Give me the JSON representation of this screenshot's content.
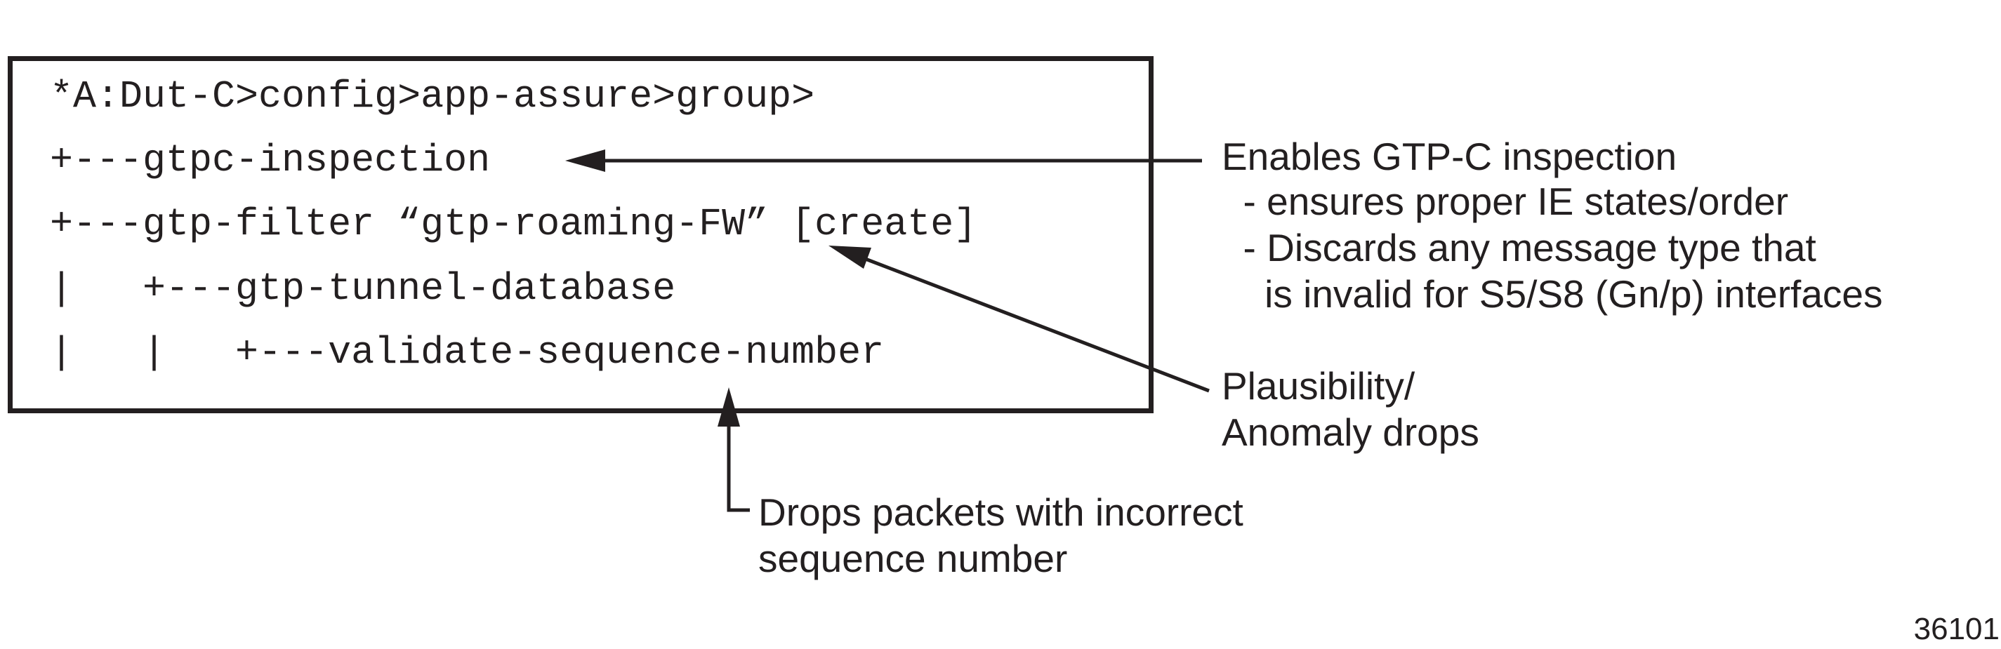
{
  "cli": {
    "lines": [
      "*A:Dut-C>config>app-assure>group>",
      "+---gtpc-inspection",
      "+---gtp-filter “gtp-roaming-FW” [create]",
      "|   +---gtp-tunnel-database",
      "|   |   +---validate-sequence-number"
    ]
  },
  "annotations": {
    "gtpc": [
      "Enables GTP-C inspection",
      "  - ensures proper IE states/order",
      "  - Discards any message type that",
      "    is invalid for S5/S8 (Gn/p) interfaces"
    ],
    "plausibility": [
      "Plausibility/",
      "Anomaly drops"
    ],
    "sequence": [
      "Drops packets with incorrect",
      "sequence number"
    ]
  },
  "figure_id": "36101",
  "colors": {
    "ink": "#231f20",
    "background": "#ffffff"
  }
}
